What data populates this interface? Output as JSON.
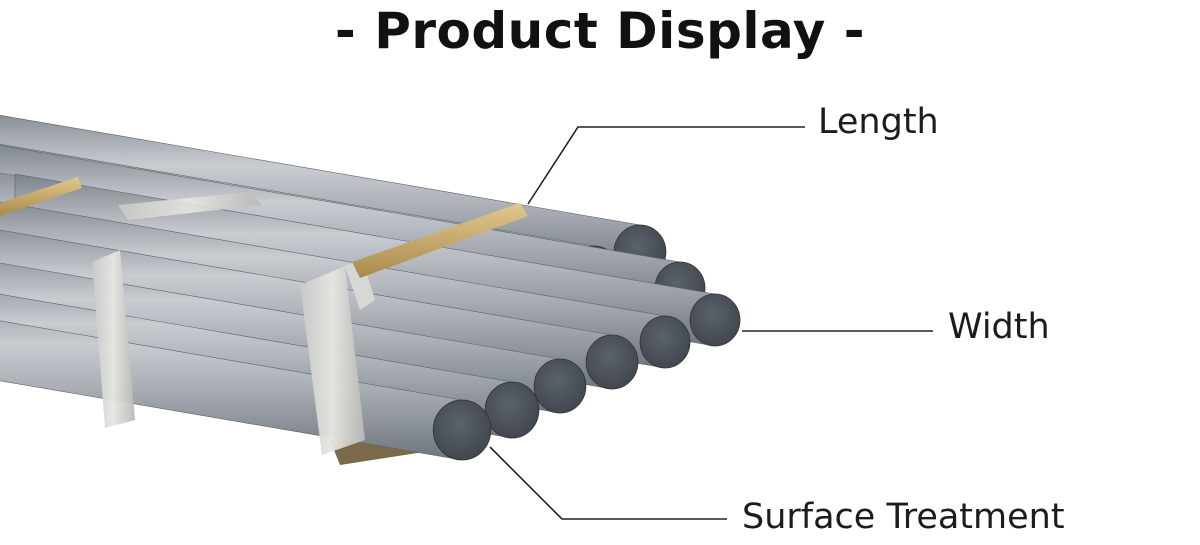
{
  "title": "- Product Display -",
  "callouts": {
    "length": "Length",
    "width": "Width",
    "surface": "Surface Treatment"
  },
  "colors": {
    "bar_end": "#4a4f57",
    "bar_side": "#a7acb3",
    "wood_strap": "#c7a968",
    "leader_line": "#222222"
  }
}
